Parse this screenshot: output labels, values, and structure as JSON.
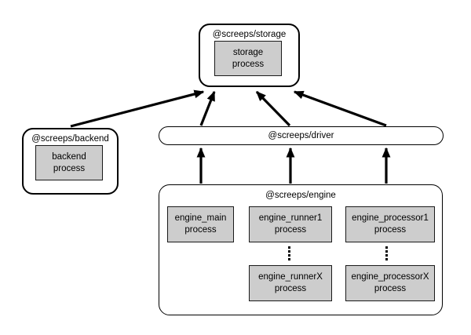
{
  "colors": {
    "background": "#ffffff",
    "node_border": "#000000",
    "process_fill": "#cdcdcd",
    "arrow": "#000000"
  },
  "nodes": {
    "storage": {
      "title": "@screeps/storage",
      "process": {
        "line1": "storage",
        "line2": "process"
      }
    },
    "backend": {
      "title": "@screeps/backend",
      "process": {
        "line1": "backend",
        "line2": "process"
      }
    },
    "driver": {
      "title": "@screeps/driver"
    },
    "engine": {
      "title": "@screeps/engine",
      "main": {
        "line1": "engine_main",
        "line2": "process"
      },
      "runner1": {
        "line1": "engine_runner1",
        "line2": "process"
      },
      "processor1": {
        "line1": "engine_processor1",
        "line2": "process"
      },
      "runnerX": {
        "line1": "engine_runnerX",
        "line2": "process"
      },
      "processorX": {
        "line1": "engine_processorX",
        "line2": "process"
      }
    }
  },
  "edges": [
    {
      "from": "@screeps/backend",
      "to": "@screeps/storage"
    },
    {
      "from": "@screeps/driver",
      "to": "@screeps/storage"
    },
    {
      "from": "@screeps/driver",
      "to": "@screeps/storage"
    },
    {
      "from": "@screeps/driver",
      "to": "@screeps/storage"
    },
    {
      "from": "@screeps/engine",
      "to": "@screeps/driver"
    },
    {
      "from": "@screeps/engine",
      "to": "@screeps/driver"
    },
    {
      "from": "@screeps/engine",
      "to": "@screeps/driver"
    }
  ]
}
